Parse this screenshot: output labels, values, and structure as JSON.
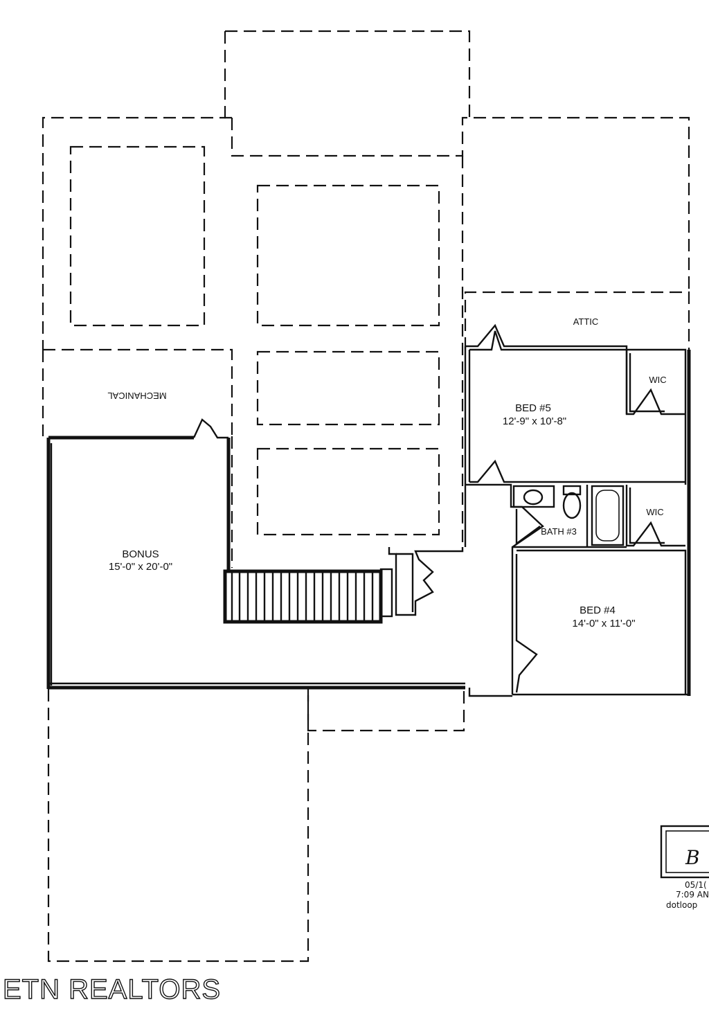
{
  "plan": {
    "attic": "ATTIC",
    "mechanical": "MECHANICAL",
    "bonus": {
      "name": "BONUS",
      "dims": "15'-0\" x 20'-0\""
    },
    "bed5": {
      "name": "BED #5",
      "dims": "12'-9\" x 10'-8\""
    },
    "bed4": {
      "name": "BED #4",
      "dims": "14'-0\" x 11'-0\""
    },
    "bath3": "BATH #3",
    "wic_upper": "WIC",
    "wic_lower": "WIC"
  },
  "stamp": {
    "initials": "B",
    "date": "05/1(",
    "time": "7:09 AN",
    "source": "dotloop"
  },
  "watermark": "ETN REALTORS"
}
